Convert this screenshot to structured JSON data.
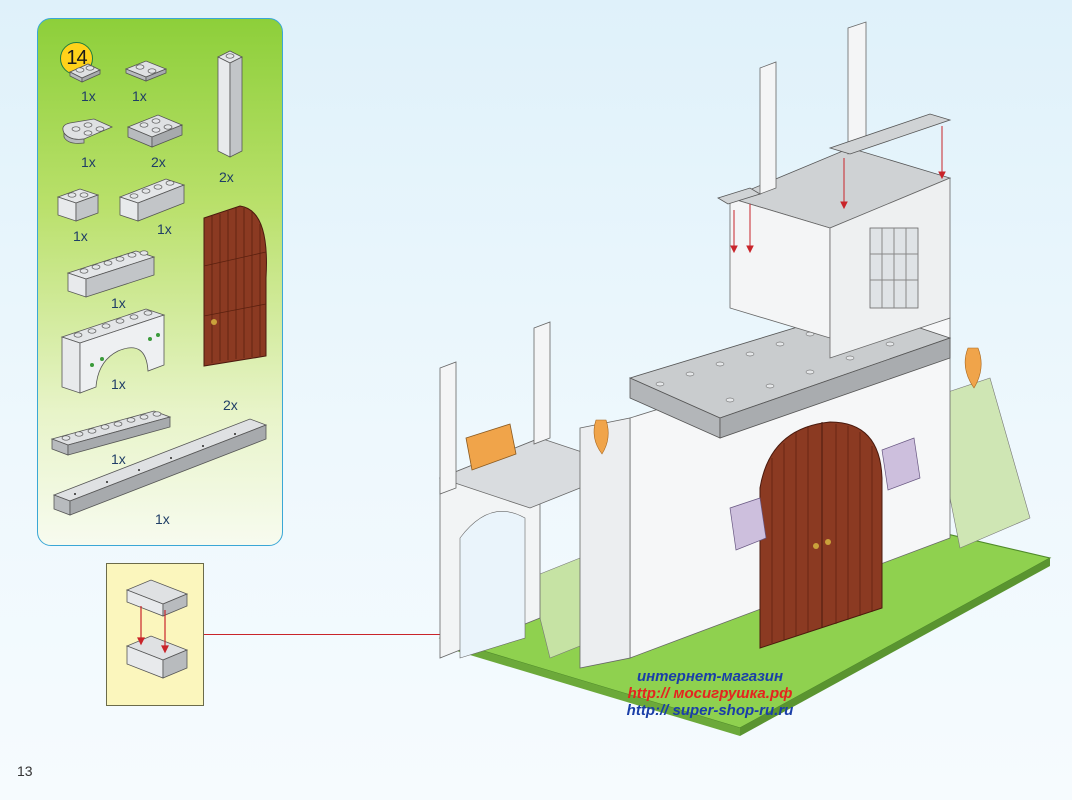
{
  "step": {
    "number": "14"
  },
  "parts": [
    {
      "qty": "1x"
    },
    {
      "qty": "1x"
    },
    {
      "qty": "1x"
    },
    {
      "qty": "2x"
    },
    {
      "qty": "2x"
    },
    {
      "qty": "1x"
    },
    {
      "qty": "1x"
    },
    {
      "qty": "1x"
    },
    {
      "qty": "1x"
    },
    {
      "qty": "2x"
    },
    {
      "qty": "1x"
    },
    {
      "qty": "1x"
    }
  ],
  "watermark": {
    "shop": "интернет-магазин",
    "url1": "http:// мосигрушка.рф",
    "url2": "http:// super-shop-ru.ru"
  },
  "page": {
    "number": "13"
  },
  "colors": {
    "panel_border": "#3aa7d6",
    "badge": "#ffd21a",
    "brick_grey": "#c9ccce",
    "door_brown": "#8b3a22",
    "baseplate_green": "#8fd14f",
    "arrow_red": "#c9242a"
  }
}
